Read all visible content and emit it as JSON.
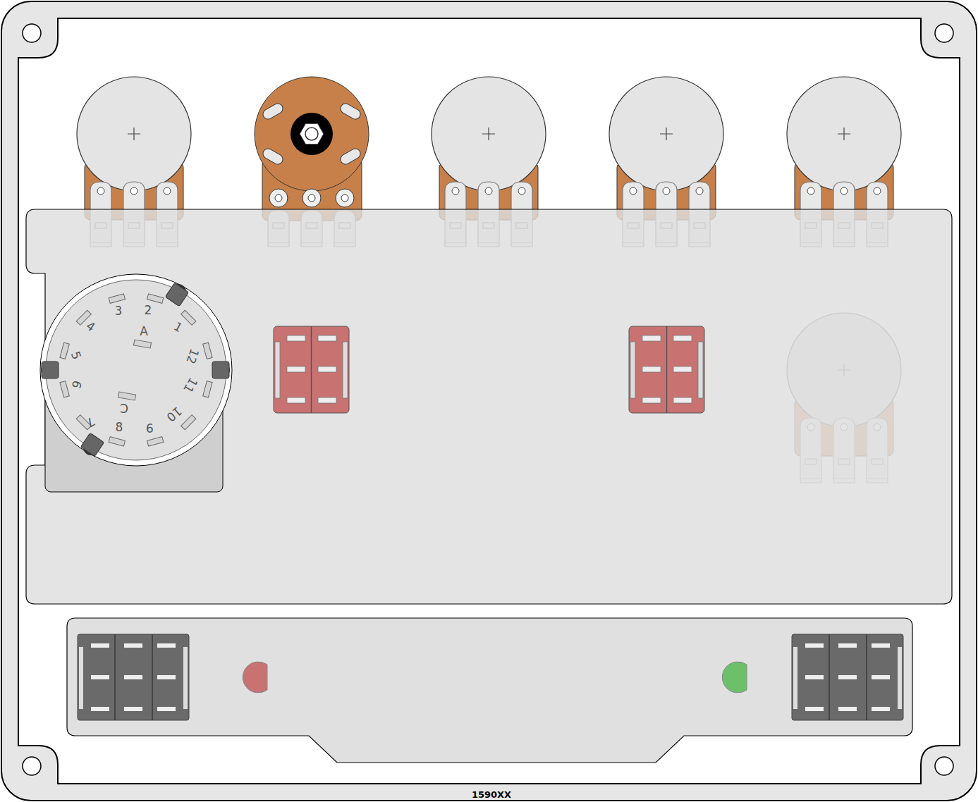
{
  "diagram": {
    "labels": [
      "3",
      "2",
      "1",
      "4",
      "A",
      "5",
      "12",
      "6",
      "11",
      "C",
      "7",
      "10",
      "8",
      "9",
      "1590XX"
    ]
  }
}
